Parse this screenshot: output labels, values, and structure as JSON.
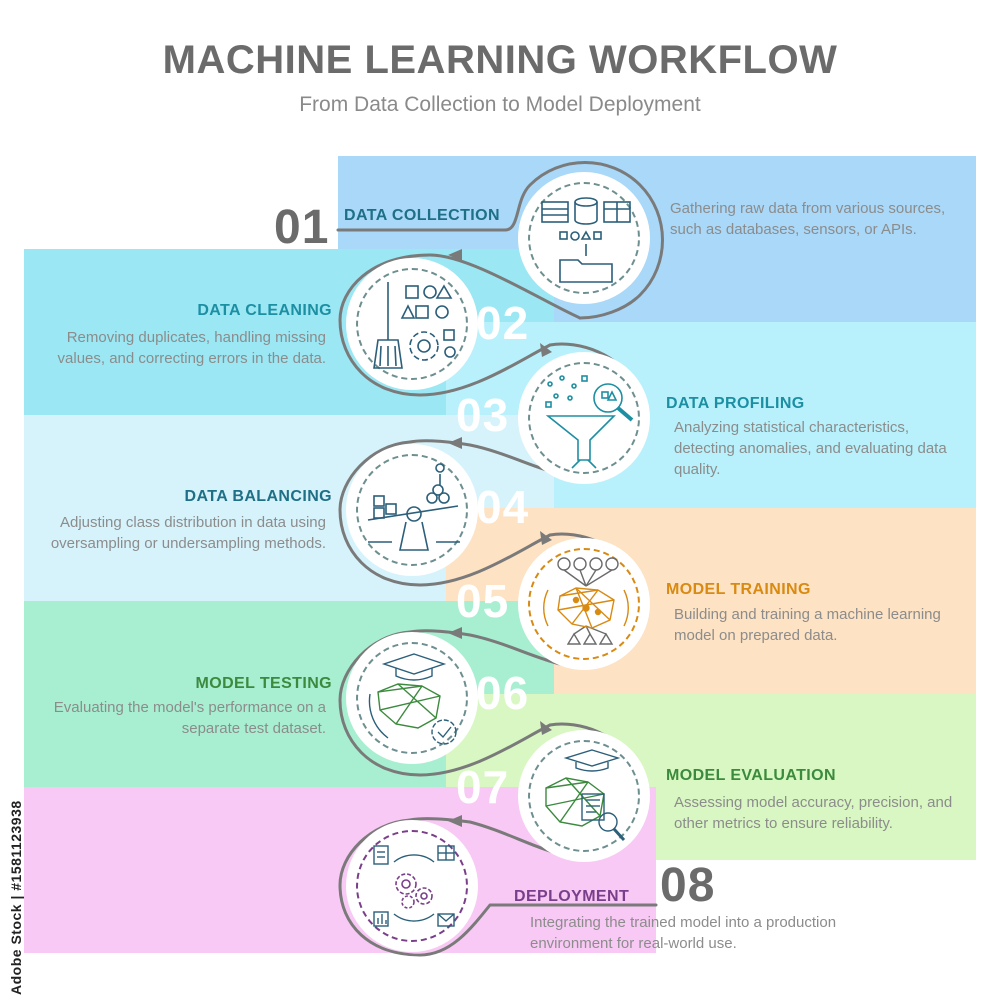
{
  "title": "MACHINE LEARNING WORKFLOW",
  "subtitle": "From Data Collection to Model Deployment",
  "watermark": "Adobe Stock | #1581123938",
  "colors": {
    "step1": "#a9d8f8",
    "step2": "#9be7f3",
    "step3": "#b8f1fb",
    "step4": "#d6f3fb",
    "step5": "#fde2c3",
    "step6": "#a8efd2",
    "step7": "#d8f7c2",
    "step8": "#f8c9f4",
    "heading_blue": "#1f6f86",
    "heading_teal": "#1d8fa3",
    "heading_orange": "#d88a12",
    "heading_green": "#3b8a3e",
    "heading_purple": "#7a3f8a",
    "loop_line": "#7a7a7a"
  },
  "steps": [
    {
      "number": "01",
      "heading": "DATA COLLECTION",
      "icon": "database-folder-icon",
      "description": "Gathering raw data from various sources, such as databases, sensors, or APIs."
    },
    {
      "number": "02",
      "heading": "DATA CLEANING",
      "icon": "broom-gear-icon",
      "description": "Removing duplicates, handling missing values, and correcting errors in the data."
    },
    {
      "number": "03",
      "heading": "DATA PROFILING",
      "icon": "funnel-magnifier-icon",
      "description": "Analyzing statistical characteristics, detecting anomalies, and evaluating data quality."
    },
    {
      "number": "04",
      "heading": "DATA BALANCING",
      "icon": "balance-scale-icon",
      "description": "Adjusting class distribution in data using oversampling or undersampling methods."
    },
    {
      "number": "05",
      "heading": "MODEL TRAINING",
      "icon": "neural-network-icon",
      "description": "Building and training a machine learning model on prepared data."
    },
    {
      "number": "06",
      "heading": "MODEL TESTING",
      "icon": "graduation-network-check-icon",
      "description": "Evaluating the model's performance on a separate test dataset."
    },
    {
      "number": "07",
      "heading": "MODEL EVALUATION",
      "icon": "network-report-magnifier-icon",
      "description": "Assessing model accuracy, precision, and other metrics to ensure reliability."
    },
    {
      "number": "08",
      "heading": "DEPLOYMENT",
      "icon": "gears-cycle-icon",
      "description": "Integrating the trained model into a production environment for real-world use."
    }
  ]
}
